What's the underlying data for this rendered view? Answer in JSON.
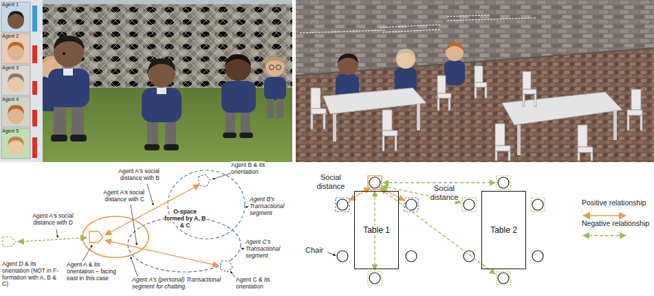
{
  "diagram": {
    "nodes": [
      {
        "text": [
          "Table 1"
        ]
      },
      {
        "text": [
          "Table 2"
        ]
      }
    ],
    "labels": [
      "Agent 1",
      "Agent 2",
      "Agent 3",
      "Agent 4",
      "Agent 5",
      "Agent A's social distance with B",
      "Agent B & its orientation",
      "Agent A's social distance with C",
      "O-space formed by A, B & C",
      "Agent B's Transactional segment",
      "Agent A's social distance with D",
      "Agent D & its orientation (NOT in F-formation with A, B & C)",
      "Agent A & its orientation – facing east in this case",
      "Agent A's (personal) Transactional segment for chatting.",
      "Agent C's Transactional segment",
      "Agent C & its orientation",
      "Social distance",
      "Social distance",
      "Chair"
    ],
    "legend": [
      {
        "text": "Positive relationship"
      },
      {
        "text": "Negative relationship"
      }
    ]
  }
}
